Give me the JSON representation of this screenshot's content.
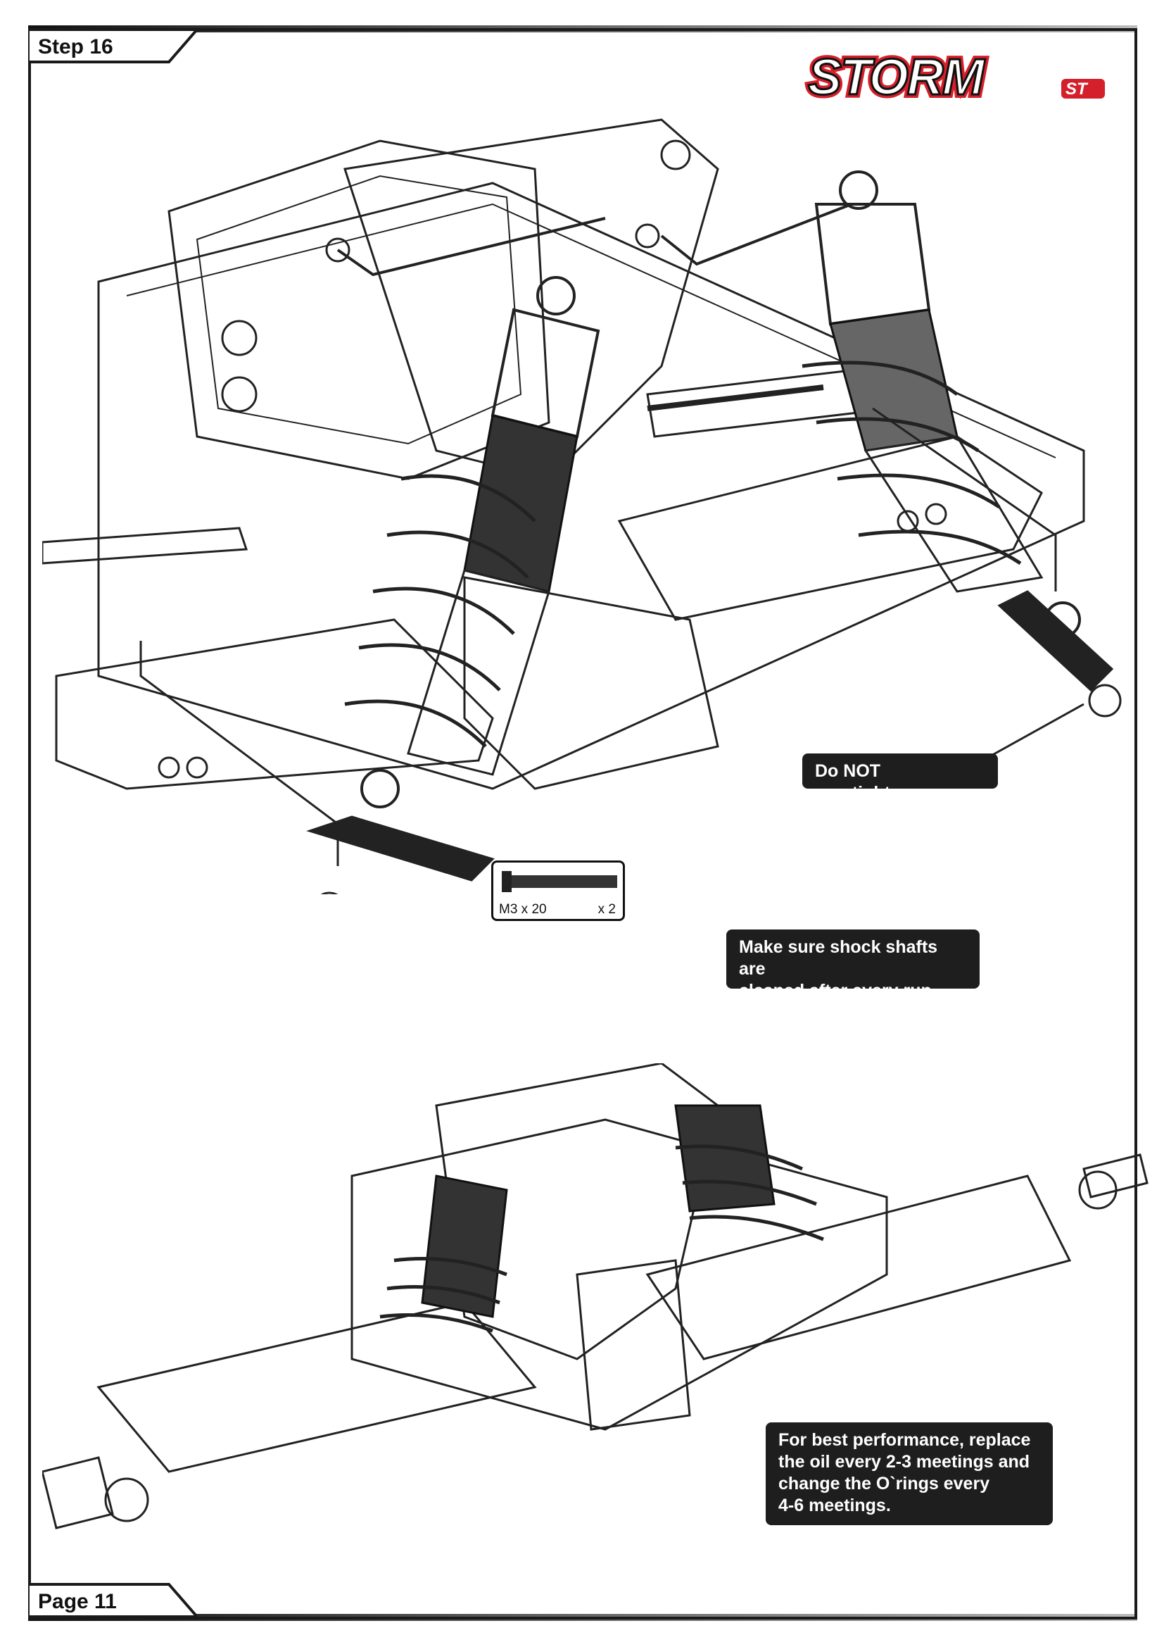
{
  "header": {
    "step_label": "Step 16",
    "brand_logo": "STORM",
    "brand_logo_suffix": "ST"
  },
  "notes": {
    "overtighten": "Do NOT overtighten.",
    "shafts": [
      "Make sure shock shafts are",
      "cleaned after every run."
    ],
    "oil": [
      "For best performance, replace",
      "the oil every 2-3 meetings and",
      "change the O`rings every",
      "4-6 meetings."
    ]
  },
  "parts": {
    "screw_size": "M3 x 20",
    "screw_qty": "x 2"
  },
  "footer": {
    "page_label": "Page 11"
  },
  "colors": {
    "logo_red": "#d4202a",
    "note_bg": "#1e1e1e",
    "frame": "#1a1a1a"
  }
}
